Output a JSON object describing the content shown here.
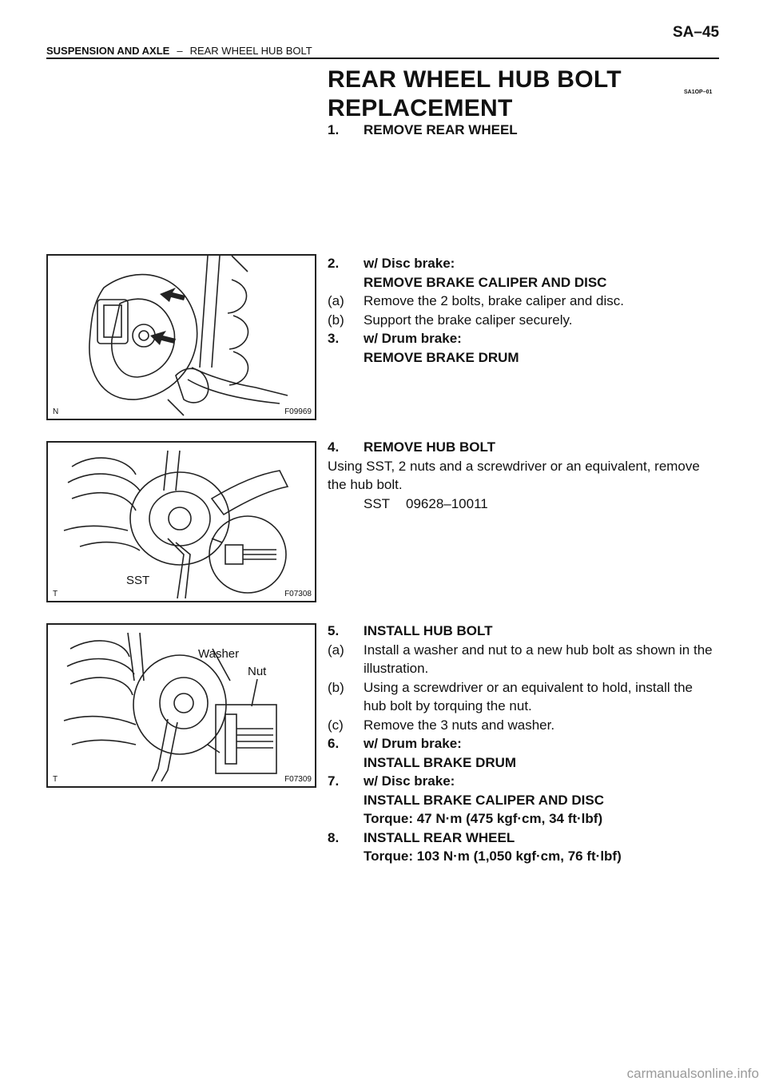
{
  "header": {
    "page_number": "SA–45",
    "section": "SUSPENSION AND AXLE",
    "separator": "–",
    "subsection": "REAR WHEEL HUB BOLT"
  },
  "title": {
    "line1": "REAR WHEEL HUB BOLT",
    "line2": "REPLACEMENT",
    "code": "SA1OP–01"
  },
  "steps": {
    "s1": {
      "num": "1.",
      "text": "REMOVE REAR WHEEL"
    },
    "s2": {
      "num": "2.",
      "cond": "w/ Disc brake:",
      "text": "REMOVE BRAKE CALIPER AND DISC"
    },
    "s2a": {
      "num": "(a)",
      "text": "Remove the 2 bolts, brake caliper and disc."
    },
    "s2b": {
      "num": "(b)",
      "text": "Support the brake caliper securely."
    },
    "s3": {
      "num": "3.",
      "cond": "w/ Drum brake:",
      "text": "REMOVE BRAKE DRUM"
    },
    "s4": {
      "num": "4.",
      "text": "REMOVE HUB BOLT",
      "body1": "Using SST, 2 nuts and a screwdriver or an equivalent, remove",
      "body2": "the hub bolt.",
      "sst_label": "SST",
      "sst_number": "09628–10011"
    },
    "s5": {
      "num": "5.",
      "text": "INSTALL HUB BOLT"
    },
    "s5a": {
      "num": "(a)",
      "text1": "Install a washer and nut to a new hub bolt as shown in the",
      "text2": "illustration."
    },
    "s5b": {
      "num": "(b)",
      "text1": "Using a screwdriver or an equivalent to hold, install the",
      "text2": "hub bolt by torquing the nut."
    },
    "s5c": {
      "num": "(c)",
      "text": "Remove the 3 nuts and washer."
    },
    "s6": {
      "num": "6.",
      "cond": "w/ Drum brake:",
      "text": "INSTALL BRAKE DRUM"
    },
    "s7": {
      "num": "7.",
      "cond": "w/ Disc brake:",
      "text": "INSTALL BRAKE CALIPER AND DISC",
      "torque": "Torque: 47 N·m (475 kgf·cm, 34 ft·lbf)"
    },
    "s8": {
      "num": "8.",
      "text": "INSTALL REAR WHEEL",
      "torque": "Torque: 103 N·m (1,050 kgf·cm, 76 ft·lbf)"
    }
  },
  "figures": {
    "f1": {
      "side": "N",
      "code": "F09969"
    },
    "f2": {
      "side": "T",
      "code": "F07308",
      "callout": "SST"
    },
    "f3": {
      "side": "T",
      "code": "F07309",
      "callout_washer": "Washer",
      "callout_nut": "Nut"
    }
  },
  "watermark": "carmanualsonline.info"
}
